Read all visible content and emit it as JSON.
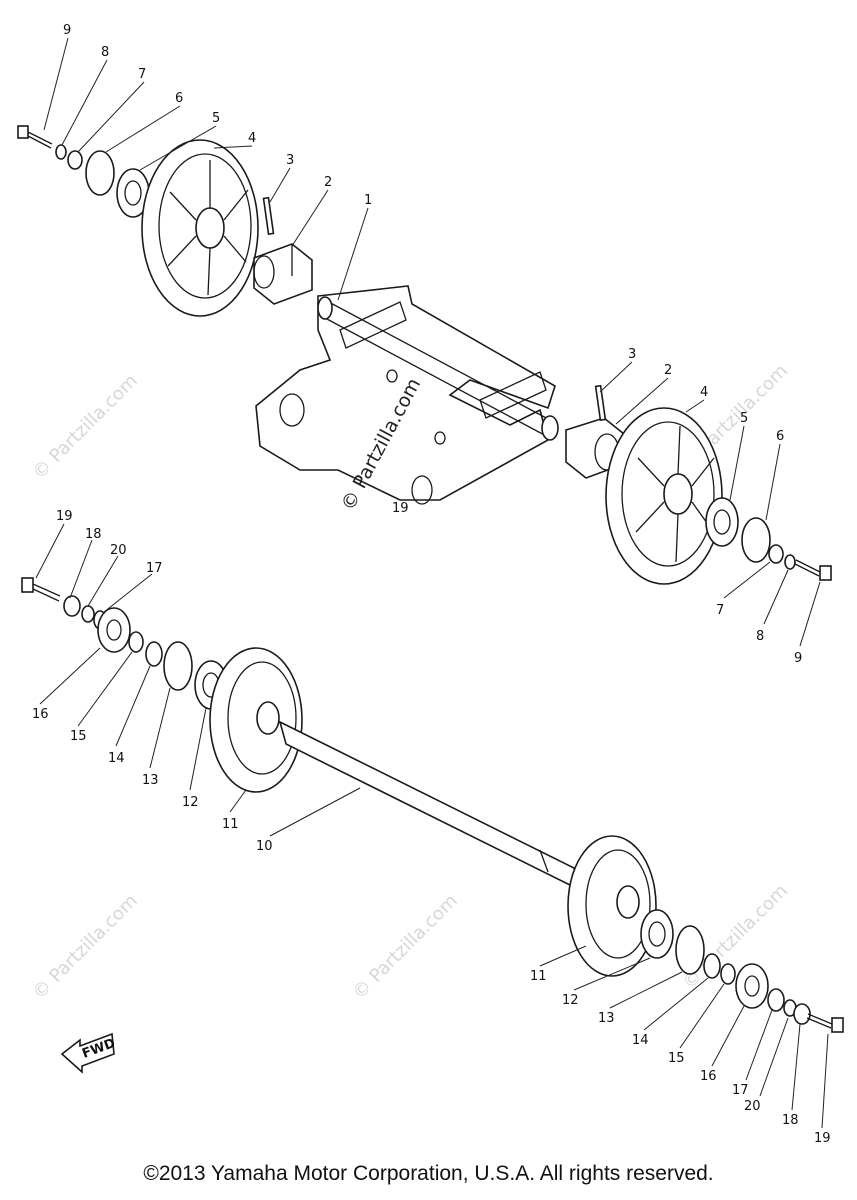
{
  "watermark": "© Partzilla.com",
  "fwd_label": "FWD",
  "copyright": "©2013 Yamaha Motor Corporation, U.S.A. All rights reserved.",
  "part_numbers": [
    "1",
    "2",
    "3",
    "4",
    "5",
    "6",
    "7",
    "8",
    "9",
    "10",
    "11",
    "12",
    "13",
    "14",
    "15",
    "16",
    "17",
    "18",
    "19",
    "20"
  ]
}
